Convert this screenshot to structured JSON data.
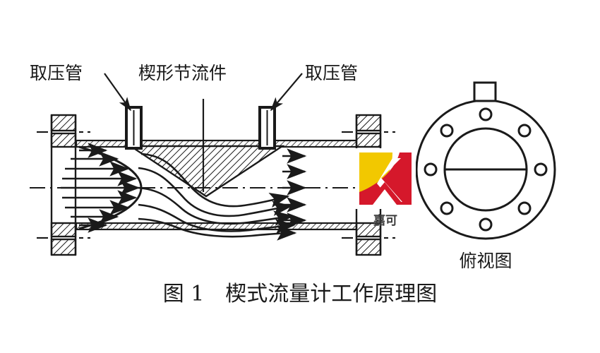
{
  "figure": {
    "caption": "图 1　楔式流量计工作原理图",
    "caption_number": "图 1",
    "caption_title": "楔式流量计工作原理图",
    "labels": {
      "pressure_tap_left": "取压管",
      "wedge_element": "楔形节流件",
      "pressure_tap_right": "取压管",
      "top_view": "俯视图"
    },
    "watermark": {
      "brand_text": "嘉可",
      "mark_letter": "K",
      "color_red": "#D5182B",
      "color_yellow": "#F2C800"
    },
    "colors": {
      "line": "#1a1a1a",
      "background": "#ffffff",
      "text": "#1a1a1a"
    },
    "parts": {
      "pipe": "pipe-body",
      "flange_left": "left-flange",
      "flange_right": "right-flange",
      "wedge": "wedge-restrictor",
      "inlet_profile": "parabolic-velocity-profile",
      "outlet_arrows": "outlet-flow-arrows",
      "centerline": "pipe-centerline"
    },
    "top_view": {
      "bolt_hole_count": 8,
      "has_top_tap": true,
      "has_chord_line": true
    },
    "counts": {
      "inlet_arrows": 9,
      "streamlines": 5
    }
  }
}
